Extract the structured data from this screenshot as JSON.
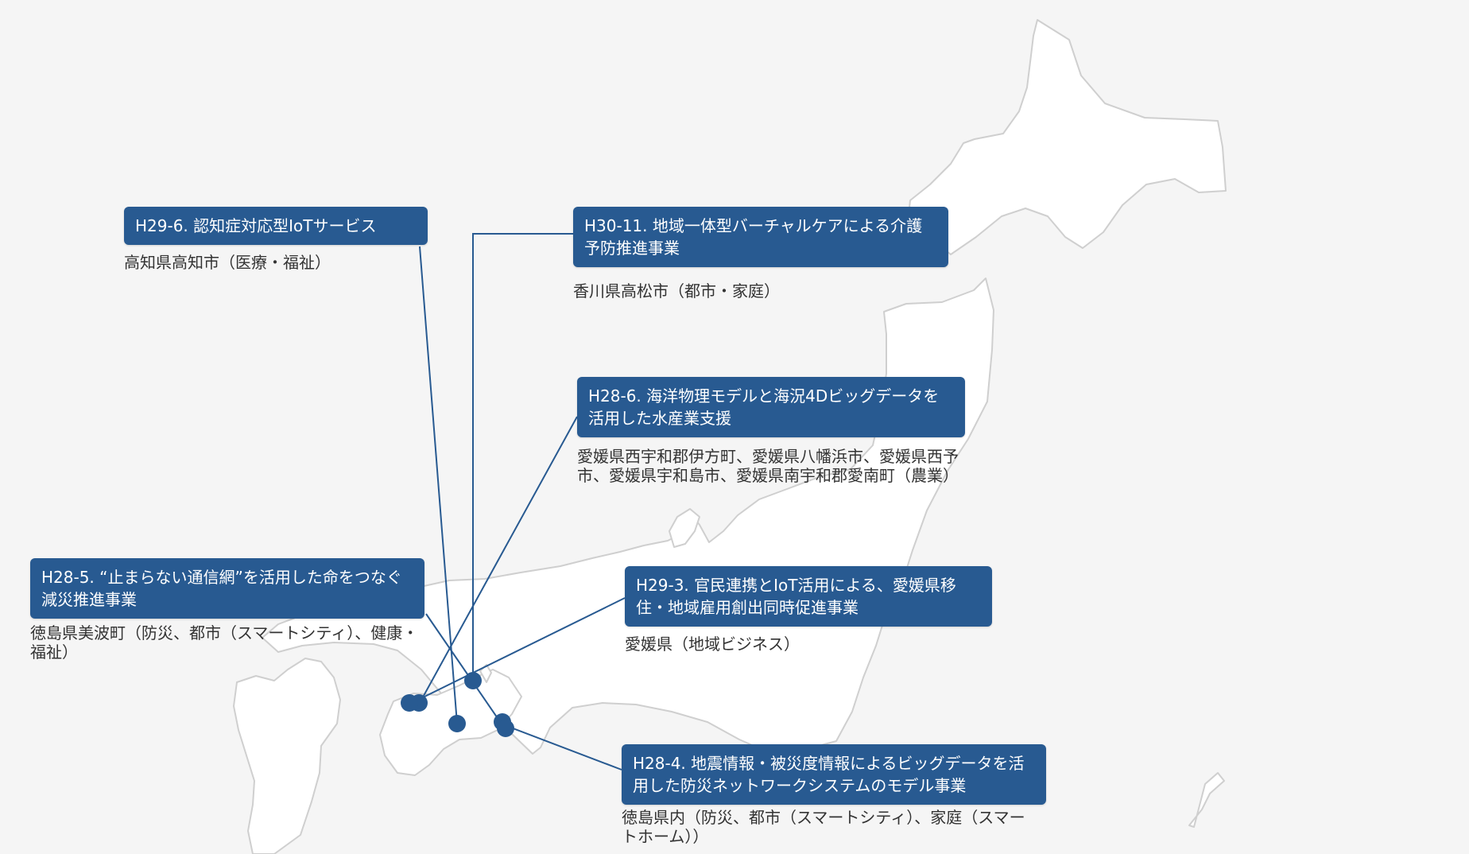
{
  "projects": [
    {
      "id": "h29-6",
      "title": "H29-6. 認知症対応型IoTサービス",
      "location": "高知県高知市（医療・福祉）"
    },
    {
      "id": "h30-11",
      "title": "H30-11. 地域一体型バーチャルケアによる介護予防推進事業",
      "location": "香川県高松市（都市・家庭）"
    },
    {
      "id": "h28-6",
      "title": "H28-6. 海洋物理モデルと海況4Dビッグデータを活用した水産業支援",
      "location": "愛媛県西宇和郡伊方町、愛媛県八幡浜市、愛媛県西予市、愛媛県宇和島市、愛媛県南宇和郡愛南町（農業）"
    },
    {
      "id": "h28-5",
      "title": "H28-5. “止まらない通信網”を活用した命をつなぐ減災推進事業",
      "location": "徳島県美波町（防災、都市（スマートシティ）、健康・福祉）"
    },
    {
      "id": "h29-3",
      "title": "H29-3. 官民連携とIoT活用による、愛媛県移住・地域雇用創出同時促進事業",
      "location": "愛媛県（地域ビジネス）"
    },
    {
      "id": "h28-4",
      "title": "H28-4. 地震情報・被災度情報によるビッグデータを活用した防災ネットワークシステムのモデル事業",
      "location": "徳島県内（防災、都市（スマートシティ）、家庭（スマートホーム））"
    }
  ],
  "colors": {
    "accent": "#285a91",
    "background": "#f5f5f5",
    "land": "#ffffff",
    "coast": "#cfcfcf"
  }
}
